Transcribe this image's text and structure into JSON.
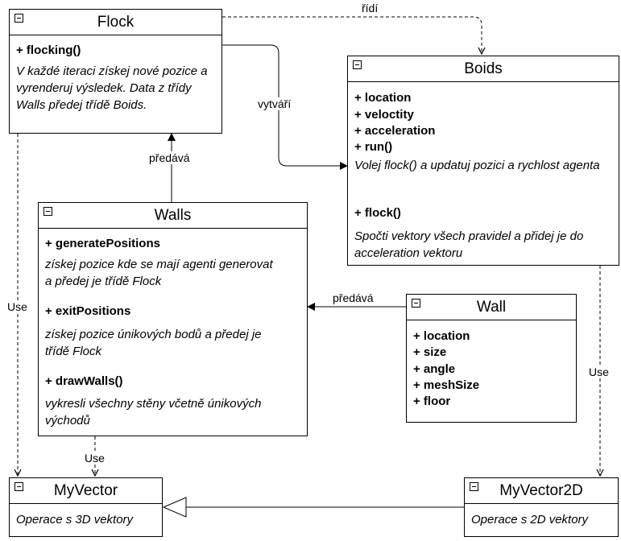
{
  "classes": {
    "flock": {
      "name": "Flock",
      "methods": [
        {
          "sig": "+ flocking()",
          "desc": "V každé iteraci získej nové pozice a vyrenderuj výsledek. Data z třídy Walls předej třídě Boids."
        }
      ]
    },
    "boids": {
      "name": "Boids",
      "attributes": [
        "+ location",
        "+ veloctity",
        "+ acceleration",
        "+ run()"
      ],
      "run_desc": "Volej flock() a updatuj pozici a rychlost agenta",
      "methods": [
        {
          "sig": "+ flock()",
          "desc": "Spočti vektory všech pravidel a přidej je do acceleration vektoru"
        }
      ]
    },
    "walls": {
      "name": "Walls",
      "methods": [
        {
          "sig": "+ generatePositions",
          "desc": "získej pozice kde se mají agenti generovat a předej je třídě Flock"
        },
        {
          "sig": "+ exitPositions",
          "desc": "získej pozice únikových bodů a předej je třídě Flock"
        },
        {
          "sig": "+ drawWalls()",
          "desc": "vykresli všechny stěny včetně únikových východů"
        }
      ]
    },
    "wall": {
      "name": "Wall",
      "attributes": [
        "+ location",
        "+ size",
        "+ angle",
        "+ meshSize",
        "+ floor"
      ]
    },
    "myvector": {
      "name": "MyVector",
      "desc": "Operace s 3D vektory"
    },
    "myvector2d": {
      "name": "MyVector2D",
      "desc": "Operace s 2D vektory"
    }
  },
  "edges": {
    "flock_boids_ridi": "řídí",
    "flock_boids_vytvari": "vytváří",
    "walls_flock_predava": "předává",
    "wall_walls_predava": "předává",
    "flock_myvector_use": "Use",
    "walls_myvector_use": "Use",
    "boids_myvector2d_use": "Use"
  }
}
